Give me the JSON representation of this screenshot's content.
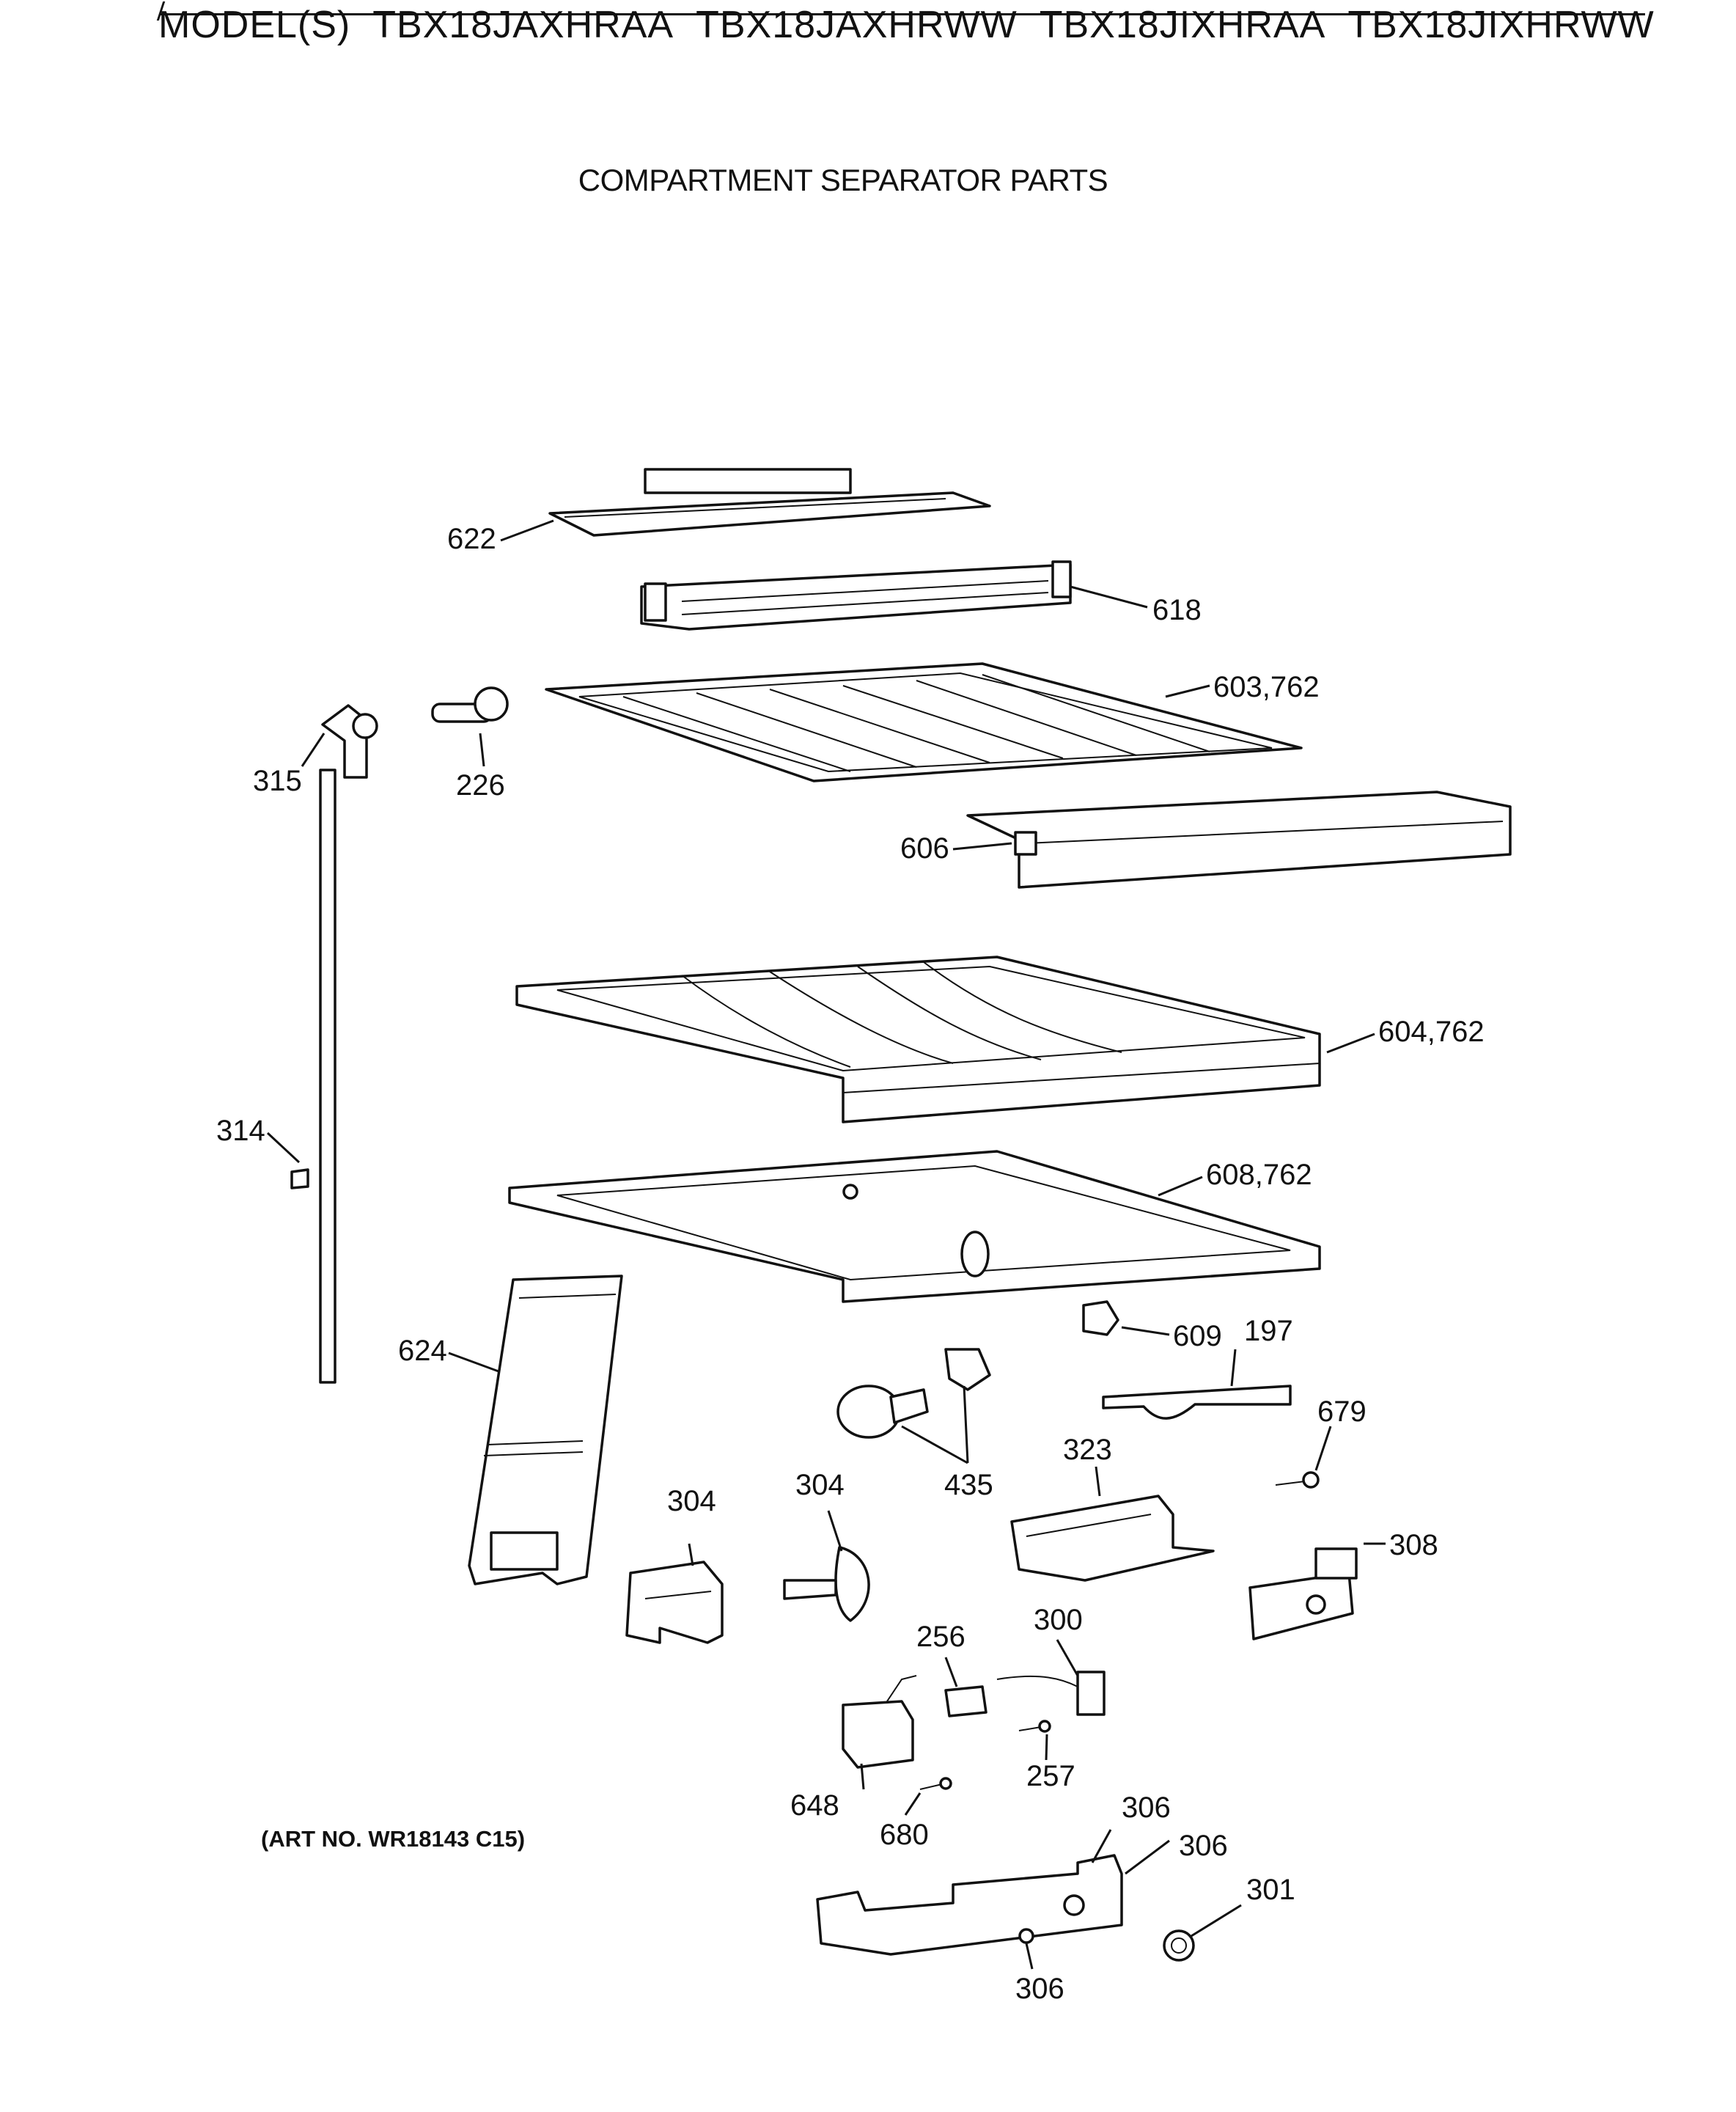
{
  "header": {
    "prefix": "MODEL(S)",
    "models": [
      "TBX18JAXHRAA",
      "TBX18JAXHRWW",
      "TBX18JIXHRAA",
      "TBX18JIXHRWW"
    ]
  },
  "section_title": "COMPARTMENT SEPARATOR PARTS",
  "art_number": "(ART NO. WR18143 C15)",
  "callouts": {
    "c622": "622",
    "c618": "618",
    "c603": "603,762",
    "c315": "315",
    "c226": "226",
    "c606": "606",
    "c604": "604,762",
    "c314": "314",
    "c608": "608,762",
    "c624": "624",
    "c609": "609",
    "c197": "197",
    "c679": "679",
    "c323": "323",
    "c435": "435",
    "c304a": "304",
    "c304b": "304",
    "c308": "308",
    "c256": "256",
    "c300": "300",
    "c257": "257",
    "c648": "648",
    "c680": "680",
    "c306a": "306",
    "c306b": "306",
    "c306c": "306",
    "c301": "301"
  }
}
